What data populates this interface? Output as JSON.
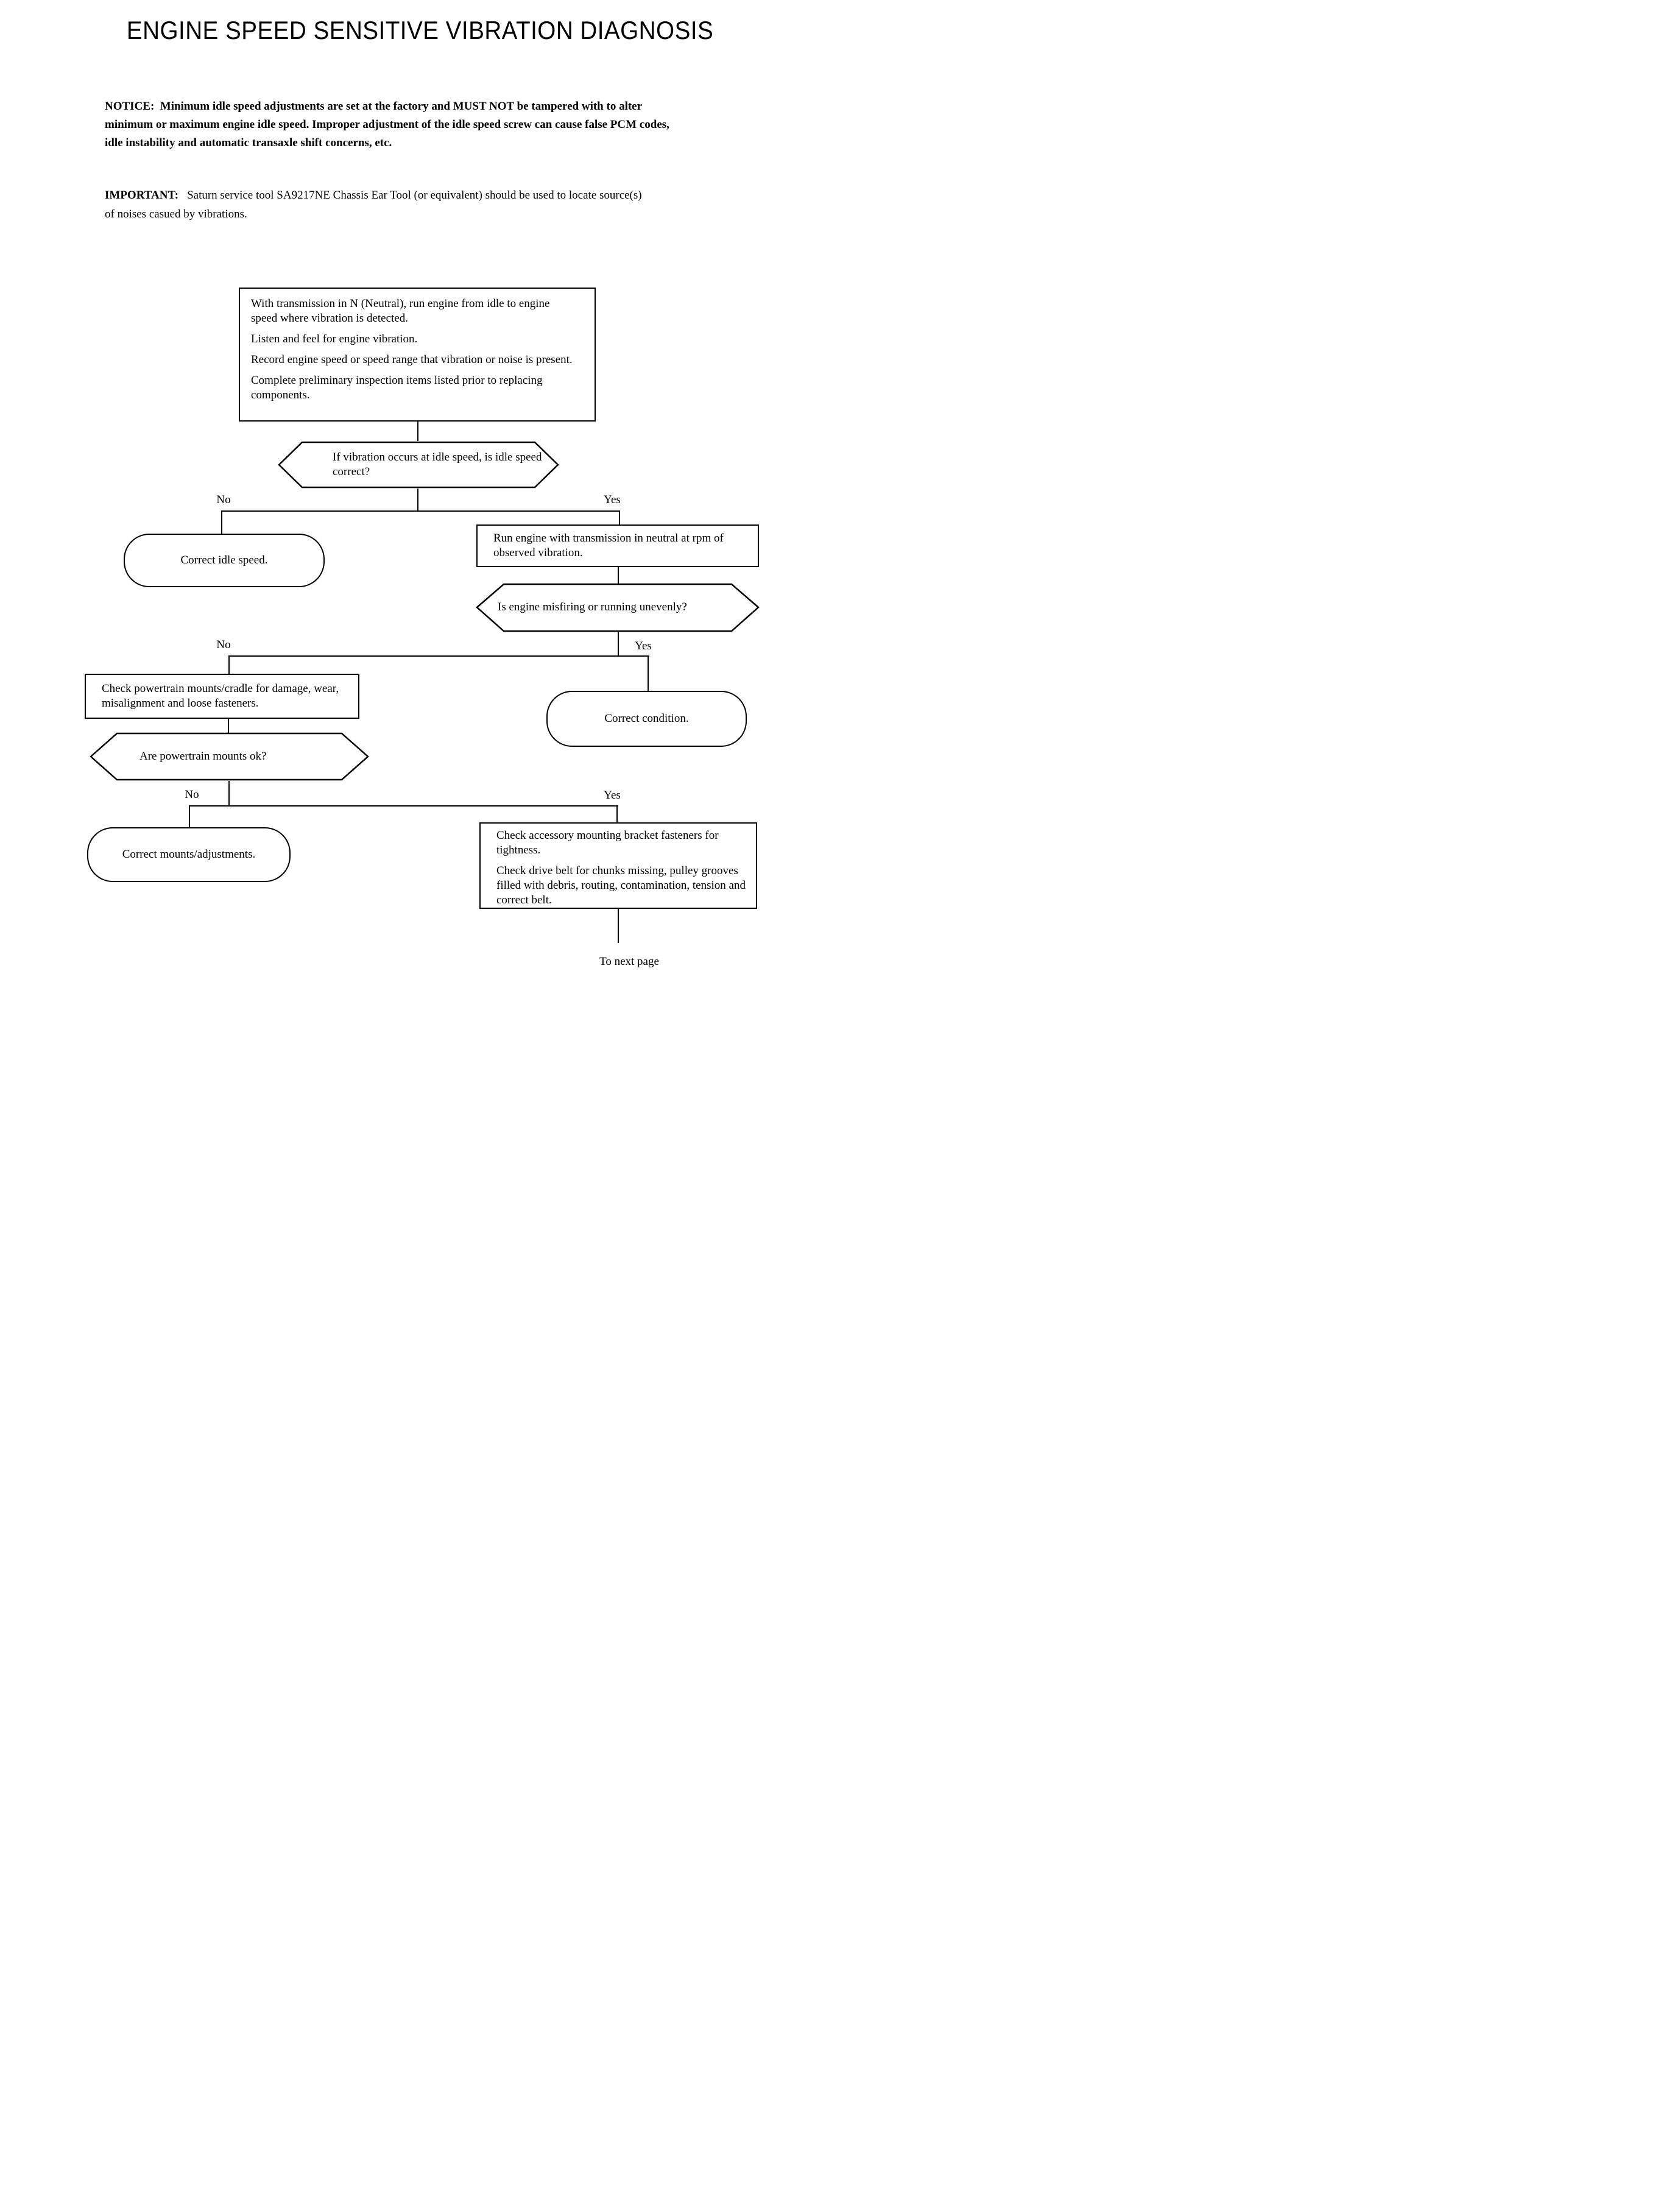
{
  "title": "ENGINE SPEED SENSITIVE VIBRATION DIAGNOSIS",
  "notice": {
    "lines": [
      "NOTICE:  Minimum idle speed adjustments are set at the factory and MUST NOT be tampered with to alter",
      "minimum or maximum engine idle speed. Improper adjustment of the idle speed screw can cause false PCM codes,",
      "idle instability and automatic transaxle shift concerns, etc."
    ]
  },
  "important": {
    "label": "IMPORTANT:",
    "lines": [
      "Saturn service tool SA9217NE Chassis Ear Tool (or equivalent) should be used to locate source(s)",
      "of noises casued by vibrations."
    ]
  },
  "flowchart": {
    "start_box": {
      "items": [
        "With transmission in N (Neutral), run engine from idle to engine speed where vibration is detected.",
        "Listen and feel for engine vibration.",
        "Record engine speed or speed range that vibration or noise is present.",
        "Complete preliminary inspection items listed prior to replacing components."
      ]
    },
    "decision_idle": {
      "text": "If vibration occurs at idle speed, is idle speed correct?",
      "no": "No",
      "yes": "Yes"
    },
    "terminal_correct_idle": "Correct idle speed.",
    "process_run_engine": "Run engine with transmission in neutral at rpm of observed vibration.",
    "decision_misfire": {
      "text": "Is engine misfiring or running unevenly?",
      "no": "No",
      "yes": "Yes"
    },
    "process_check_mounts": "Check powertrain mounts/cradle for damage, wear, misalignment and loose fasteners.",
    "terminal_correct_condition": "Correct condition.",
    "decision_mounts_ok": {
      "text": "Are powertrain mounts ok?",
      "no": "No",
      "yes": "Yes"
    },
    "terminal_correct_mounts": "Correct mounts/adjustments.",
    "process_check_accessory": {
      "items": [
        "Check accessory mounting bracket fasteners for tightness.",
        "Check drive belt for chunks missing, pulley grooves filled with debris, routing, contamination, tension and correct belt."
      ]
    },
    "continuation": "To next page"
  }
}
